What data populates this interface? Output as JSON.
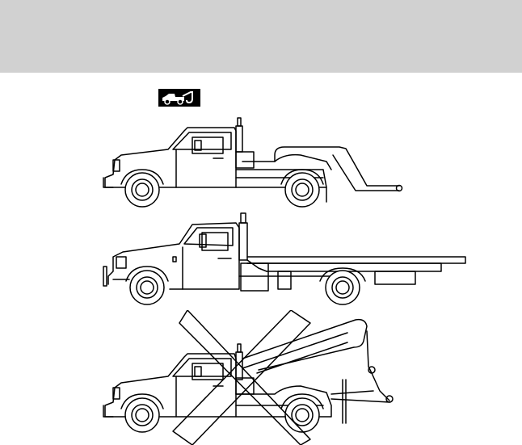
{
  "header": {
    "background_color": "#d1d1d1"
  },
  "icons": {
    "tow_icon": "tow-truck-icon"
  },
  "illustrations": [
    {
      "name": "wheel-lift-tow-truck",
      "status": "recommended"
    },
    {
      "name": "flatbed-tow-truck",
      "status": "recommended"
    },
    {
      "name": "sling-type-tow-truck",
      "status": "not-recommended",
      "mark": "crossed-out"
    }
  ]
}
